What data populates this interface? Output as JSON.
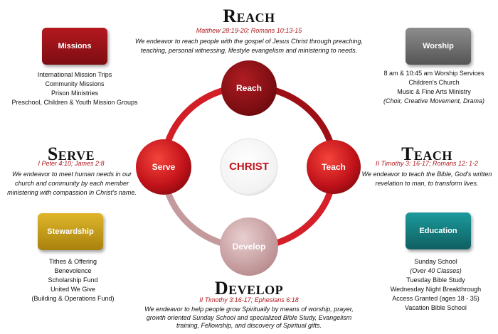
{
  "reach": {
    "title": "Reach",
    "verse": "Matthew 28:19-20; Romans 10:13-15",
    "description": "We endeavor to reach people with the gospel of Jesus Christ through preaching, teaching, personal witnessing, lifestyle evangelism and ministering to needs."
  },
  "serve": {
    "title": "Serve",
    "verse": "I Peter 4:10; James 2:8",
    "description": "We endeavor to meet human needs in our church and community by each member ministering with compassion in Christ's name."
  },
  "teach": {
    "title": "Teach",
    "verse": "II Timothy 3: 16-17; Romans 12: 1-2",
    "description": "We endeavor to teach the Bible, God's written revelation to man, to transform lives."
  },
  "develop": {
    "title": "Develop",
    "verse": "II Timothy 3:16-17; Ephesians 6:18",
    "description": "We endeavor to help people grow Spiritually by means of worship, prayer, growth oriented Sunday School and specialized Bible Study, Evangelism training, Fellowship, and discovery of Spiritual gifts."
  },
  "cycle": {
    "center": "CHRIST",
    "nodes": {
      "reach": "Reach",
      "teach": "Teach",
      "develop": "Develop",
      "serve": "Serve"
    }
  },
  "missions": {
    "label": "Missions",
    "color": "#8f1116",
    "items": [
      "International Mission Trips",
      "Community Missions",
      "Prison Ministries",
      "Preschool, Children & Youth Mission Groups"
    ]
  },
  "worship": {
    "label": "Worship",
    "color": "#6e6e6e",
    "items": [
      "8 am & 10:45 am Worship Services",
      "Children's Church",
      "Music & Fine Arts Ministry",
      "(Choir, Creative Movement, Drama)"
    ]
  },
  "stewardship": {
    "label": "Stewardship",
    "color": "#c9a21a",
    "items": [
      "Tithes & Offering",
      "Benevolence",
      "Scholarship Fund",
      "United We Give",
      "(Building & Operations Fund)"
    ]
  },
  "education": {
    "label": "Education",
    "color": "#137a7c",
    "items": [
      "Sunday School",
      "(Over 40 Classes)",
      "Tuesday Bible Study",
      "Wednesday Night Breakthrough",
      "Access Granted (ages 18 - 35)",
      "Vacation Bible School"
    ]
  }
}
